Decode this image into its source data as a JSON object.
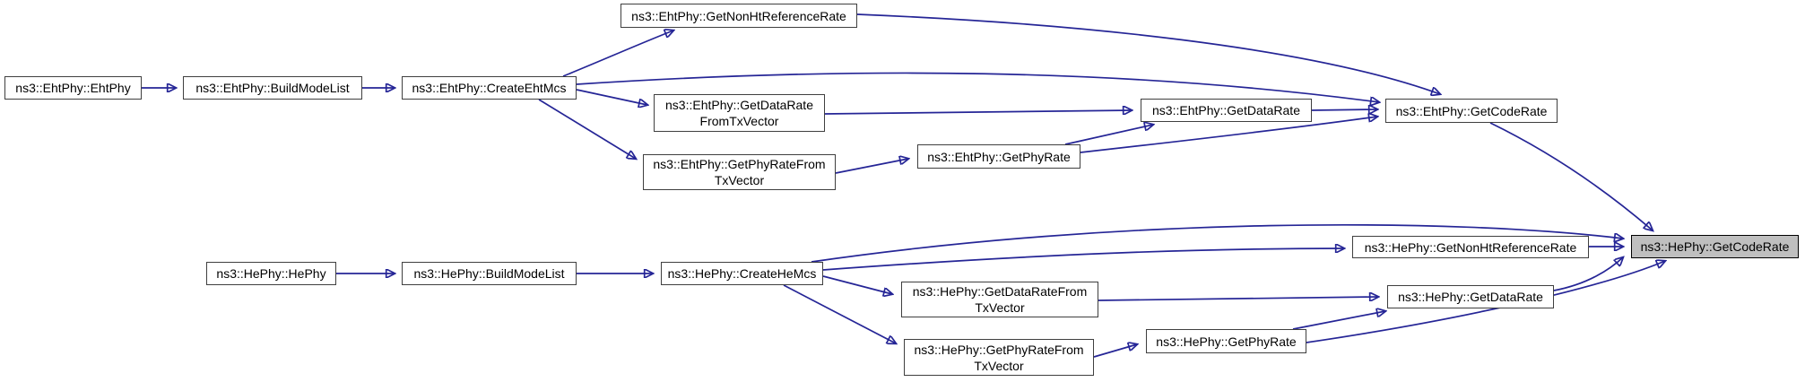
{
  "graph": {
    "type": "doxygen-call-graph",
    "focus_function": "ns3::HePhy::GetCodeRate",
    "colors": {
      "background": "#ffffff",
      "edge": "#252596",
      "node_fill": "#ffffff",
      "node_border": "#3f3f3f",
      "highlight_fill": "#bfbfbf",
      "highlight_border": "#000000"
    },
    "nodes": [
      {
        "id": "ehtphy-ehtphy",
        "label": "ns3::EhtPhy::EhtPhy",
        "highlighted": false
      },
      {
        "id": "ehtphy-buildmodelist",
        "label": "ns3::EhtPhy::BuildModeList",
        "highlighted": false
      },
      {
        "id": "ehtphy-createehtmcs",
        "label": "ns3::EhtPhy::CreateEhtMcs",
        "highlighted": false
      },
      {
        "id": "ehtphy-getnonhtreferencerate",
        "label": "ns3::EhtPhy::GetNonHtReferenceRate",
        "highlighted": false
      },
      {
        "id": "ehtphy-getdataratefromtxvector",
        "label": "ns3::EhtPhy::GetDataRate\nFromTxVector",
        "highlighted": false
      },
      {
        "id": "ehtphy-getphyratefromtxvector",
        "label": "ns3::EhtPhy::GetPhyRateFrom\nTxVector",
        "highlighted": false
      },
      {
        "id": "ehtphy-getphyrate",
        "label": "ns3::EhtPhy::GetPhyRate",
        "highlighted": false
      },
      {
        "id": "ehtphy-getdatarate",
        "label": "ns3::EhtPhy::GetDataRate",
        "highlighted": false
      },
      {
        "id": "ehtphy-getcoderate",
        "label": "ns3::EhtPhy::GetCodeRate",
        "highlighted": false
      },
      {
        "id": "hephy-hephy",
        "label": "ns3::HePhy::HePhy",
        "highlighted": false
      },
      {
        "id": "hephy-buildmodelist",
        "label": "ns3::HePhy::BuildModeList",
        "highlighted": false
      },
      {
        "id": "hephy-createhemcs",
        "label": "ns3::HePhy::CreateHeMcs",
        "highlighted": false
      },
      {
        "id": "hephy-getdataratefromtxvector",
        "label": "ns3::HePhy::GetDataRateFrom\nTxVector",
        "highlighted": false
      },
      {
        "id": "hephy-getphyratefromtxvector",
        "label": "ns3::HePhy::GetPhyRateFrom\nTxVector",
        "highlighted": false
      },
      {
        "id": "hephy-getphyrate",
        "label": "ns3::HePhy::GetPhyRate",
        "highlighted": false
      },
      {
        "id": "hephy-getnonhtreferencerate",
        "label": "ns3::HePhy::GetNonHtReferenceRate",
        "highlighted": false
      },
      {
        "id": "hephy-getdatarate",
        "label": "ns3::HePhy::GetDataRate",
        "highlighted": false
      },
      {
        "id": "hephy-getcoderate",
        "label": "ns3::HePhy::GetCodeRate",
        "highlighted": true
      }
    ],
    "edges": [
      {
        "from": "ehtphy-ehtphy",
        "to": "ehtphy-buildmodelist"
      },
      {
        "from": "ehtphy-buildmodelist",
        "to": "ehtphy-createehtmcs"
      },
      {
        "from": "ehtphy-createehtmcs",
        "to": "ehtphy-getnonhtreferencerate"
      },
      {
        "from": "ehtphy-createehtmcs",
        "to": "ehtphy-getdataratefromtxvector"
      },
      {
        "from": "ehtphy-createehtmcs",
        "to": "ehtphy-getphyratefromtxvector"
      },
      {
        "from": "ehtphy-createehtmcs",
        "to": "ehtphy-getcoderate"
      },
      {
        "from": "ehtphy-getnonhtreferencerate",
        "to": "ehtphy-getcoderate"
      },
      {
        "from": "ehtphy-getdataratefromtxvector",
        "to": "ehtphy-getdatarate"
      },
      {
        "from": "ehtphy-getphyratefromtxvector",
        "to": "ehtphy-getphyrate"
      },
      {
        "from": "ehtphy-getphyrate",
        "to": "ehtphy-getdatarate"
      },
      {
        "from": "ehtphy-getphyrate",
        "to": "ehtphy-getcoderate"
      },
      {
        "from": "ehtphy-getdatarate",
        "to": "ehtphy-getcoderate"
      },
      {
        "from": "ehtphy-getcoderate",
        "to": "hephy-getcoderate"
      },
      {
        "from": "hephy-hephy",
        "to": "hephy-buildmodelist"
      },
      {
        "from": "hephy-buildmodelist",
        "to": "hephy-createhemcs"
      },
      {
        "from": "hephy-createhemcs",
        "to": "hephy-getdataratefromtxvector"
      },
      {
        "from": "hephy-createhemcs",
        "to": "hephy-getphyratefromtxvector"
      },
      {
        "from": "hephy-createhemcs",
        "to": "hephy-getnonhtreferencerate"
      },
      {
        "from": "hephy-createhemcs",
        "to": "hephy-getcoderate"
      },
      {
        "from": "hephy-getdataratefromtxvector",
        "to": "hephy-getdatarate"
      },
      {
        "from": "hephy-getphyratefromtxvector",
        "to": "hephy-getphyrate"
      },
      {
        "from": "hephy-getphyrate",
        "to": "hephy-getdatarate"
      },
      {
        "from": "hephy-getphyrate",
        "to": "hephy-getcoderate"
      },
      {
        "from": "hephy-getnonhtreferencerate",
        "to": "hephy-getcoderate"
      },
      {
        "from": "hephy-getdatarate",
        "to": "hephy-getcoderate"
      }
    ]
  }
}
